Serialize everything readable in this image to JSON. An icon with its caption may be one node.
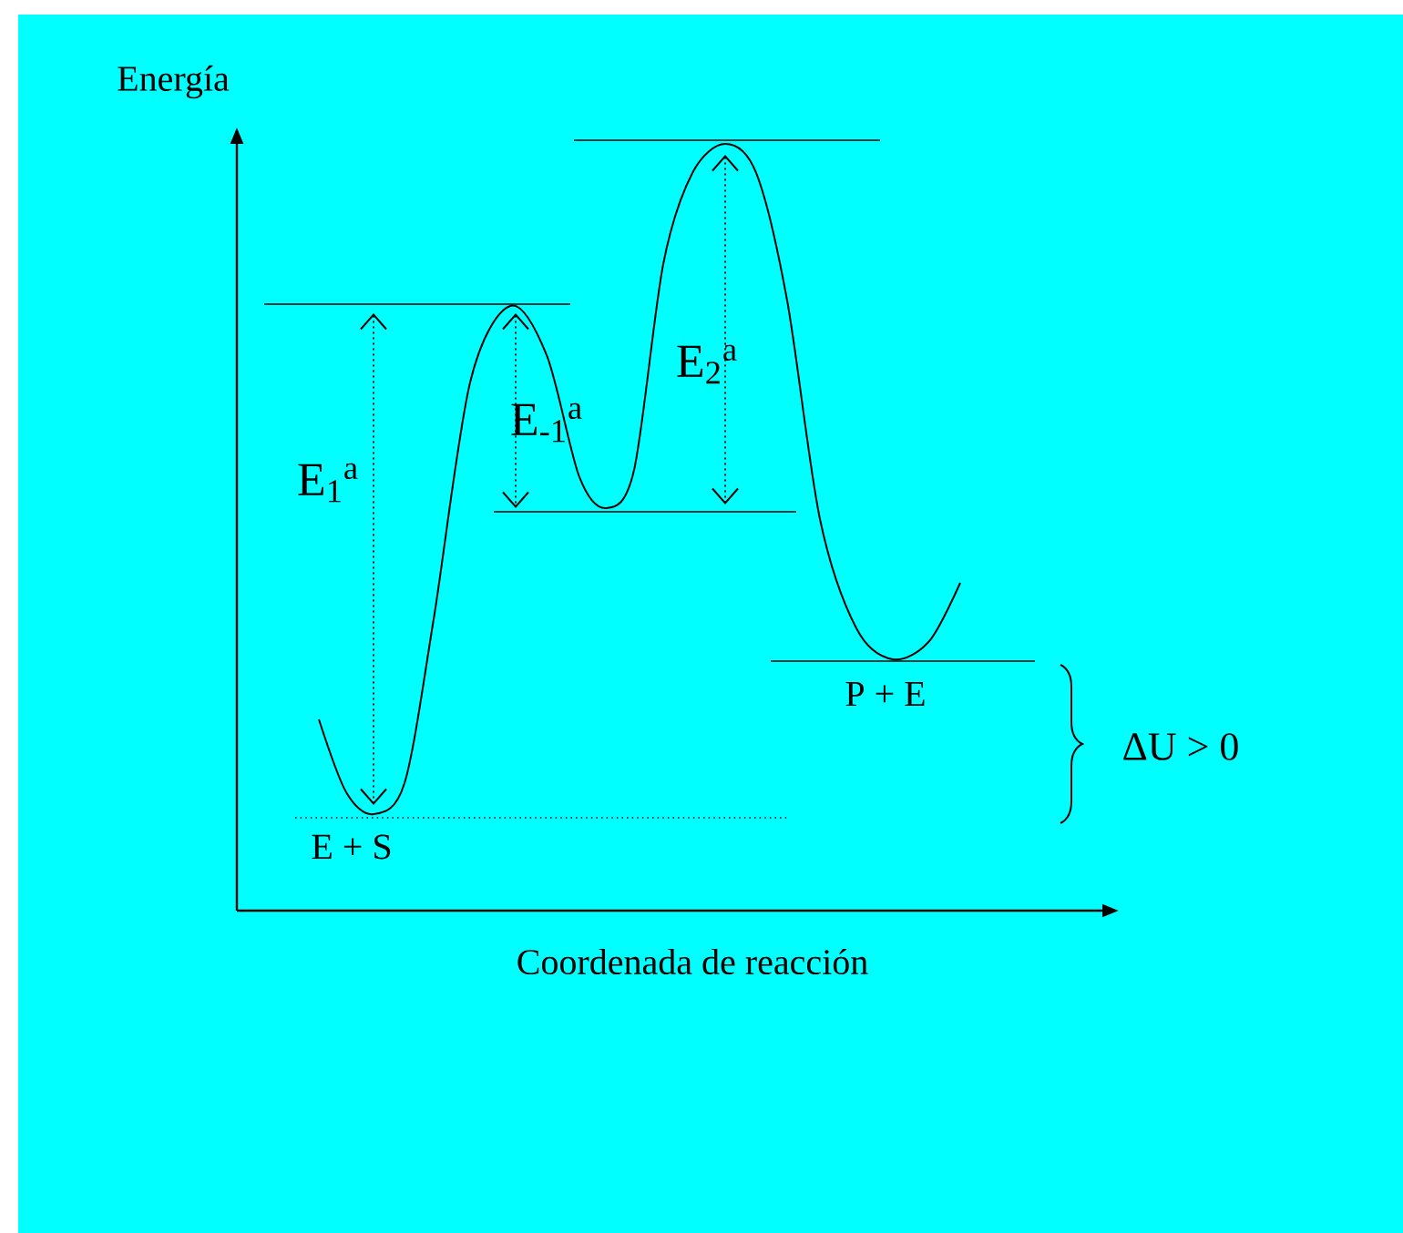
{
  "diagram": {
    "labels": [
      "Energía",
      "E$_{2}$$^{a}$",
      "E$_{-1}$$^{a}$",
      "E$_{1}$$^{a}$",
      "P + E",
      "ΔU > 0",
      "E + S",
      "Coordenada de reacción"
    ]
  }
}
